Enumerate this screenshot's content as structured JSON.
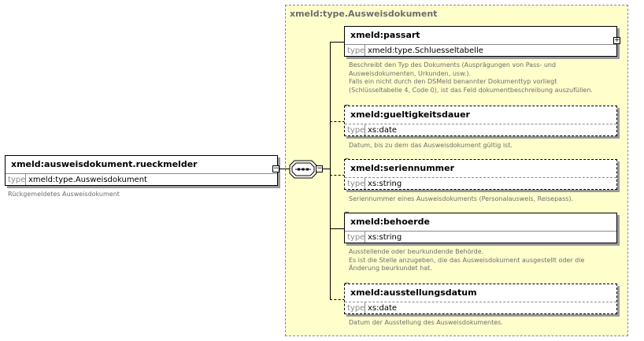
{
  "type_box": {
    "title": "xmeld:type.Ausweisdokument"
  },
  "root": {
    "name": "xmeld:ausweisdokument.rueckmelder",
    "type_label": "type",
    "type_value": "xmeld:type.Ausweisdokument",
    "doc": "Rückgemeldetes Ausweisdokument"
  },
  "sequence_icon": "sequence-compositor-icon",
  "children": [
    {
      "name": "xmeld:passart",
      "type_label": "type",
      "type_value": "xmeld:type.Schluesseltabelle",
      "doc": [
        "Beschreibt den Typ des Dokuments (Ausprägungen von Pass- und",
        "Ausweisdokumenten, Urkunden, usw.).",
        "Falls ein nicht durch den DSMeld benannter Dokumenttyp vorliegt",
        "(Schlüsseltabelle 4, Code 0), ist das Feld dokumentbeschreibung auszufüllen."
      ]
    },
    {
      "name": "xmeld:gueltigkeitsdauer",
      "type_label": "type",
      "type_value": "xs:date",
      "doc": [
        "Datum, bis zu dem das Ausweisdokument gültig ist."
      ]
    },
    {
      "name": "xmeld:seriennummer",
      "type_label": "type",
      "type_value": "xs:string",
      "doc": [
        "Seriennummer eines Ausweisdokuments (Personalausweis, Reisepass)."
      ]
    },
    {
      "name": "xmeld:behoerde",
      "type_label": "type",
      "type_value": "xs:string",
      "doc": [
        "Ausstellende oder beurkundende Behörde.",
        "Es ist die Stelle anzugeben, die das Ausweisdokument ausgestellt oder die",
        "Änderung beurkundet hat."
      ]
    },
    {
      "name": "xmeld:ausstellungsdatum",
      "type_label": "type",
      "type_value": "xs:date",
      "doc": [
        "Datum der Ausstellung des Ausweisdokumentes."
      ]
    }
  ]
}
